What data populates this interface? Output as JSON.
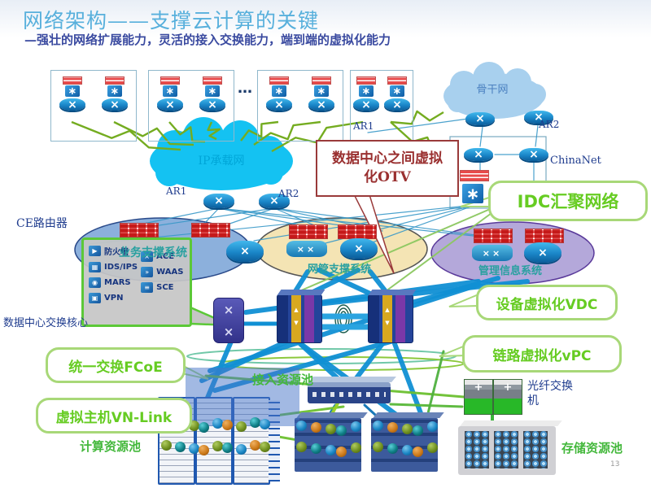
{
  "page": {
    "title": "网络架构——支撑云计算的关键",
    "subtitle": "—强壮的网络扩展能力，灵活的接入交换能力，端到端的虚拟化能力",
    "page_number": "13",
    "ellipsis": "…"
  },
  "colors": {
    "title_blue": "#58b0dc",
    "subtitle_blue": "#3a4aa0",
    "callout_green_text": "#66cc22",
    "callout_green_border": "#a8d878",
    "callout_red": "#9a3030",
    "pool_green": "#44b83c",
    "line_blue": "#1090d4",
    "bolt_green": "#74ac20"
  },
  "clouds": {
    "ip_network": "IP承载网",
    "backbone": "骨干网"
  },
  "labels": {
    "ar1_left": "AR1",
    "ar2_left": "AR2",
    "ar1_right": "AR1",
    "ar2_right": "AR2",
    "chinanet": "ChinaNet",
    "ce_router": "CE路由器",
    "dc_core": "数据中心交换核心",
    "fiber_switch": "光纤交换机"
  },
  "ellipses": {
    "bss": "业务支撑系统",
    "oss": "网管支撑系统",
    "mis": "管理信息系统"
  },
  "callouts": {
    "otv": "数据中心之间虚拟化OTV",
    "idc": "IDC汇聚网络",
    "vdc": "设备虚拟化VDC",
    "vpc": "链路虚拟化vPC",
    "fcoe": "统一交换FCoE",
    "vnlink": "虚拟主机VN-Link"
  },
  "pools": {
    "access": "接入资源池",
    "compute": "计算资源池",
    "storage": "存储资源池"
  },
  "services": {
    "left": [
      {
        "icon": "firewall-icon",
        "glyph": "▶",
        "label": "防火墙"
      },
      {
        "icon": "ids-ips-icon",
        "glyph": "▦",
        "label": "IDS/IPS"
      },
      {
        "icon": "mars-icon",
        "glyph": "◉",
        "label": "MARS"
      },
      {
        "icon": "vpn-icon",
        "glyph": "▣",
        "label": "VPN"
      }
    ],
    "right": [
      {
        "icon": "ace-icon",
        "glyph": "×",
        "label": "ACE"
      },
      {
        "icon": "waas-icon",
        "glyph": "»",
        "label": "WAAS"
      },
      {
        "icon": "sce-icon",
        "glyph": "≡",
        "label": "SCE"
      }
    ]
  }
}
